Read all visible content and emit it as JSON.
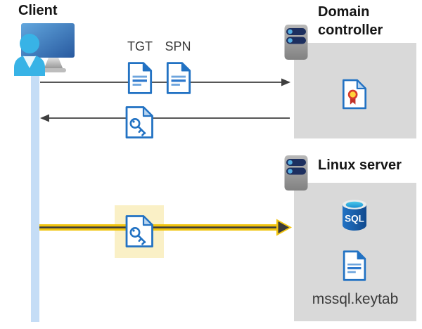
{
  "labels": {
    "client": "Client",
    "domain_controller": "Domain controller",
    "linux_server": "Linux server",
    "tgt": "TGT",
    "spn": "SPN",
    "sql": "SQL",
    "keytab": "mssql.keytab"
  },
  "icons": {
    "client": "user-at-monitor-icon",
    "domain_controller": "server-icon",
    "linux_server": "server-icon",
    "tgt": "document-icon",
    "spn": "document-icon",
    "service_ticket": "key-document-icon",
    "certificate": "certificate-document-icon",
    "sql": "sql-database-icon",
    "keytab_file": "document-icon"
  },
  "flows": [
    {
      "from": "client",
      "to": "domain_controller",
      "items": [
        "TGT",
        "SPN"
      ],
      "style": "thin-gray-arrow"
    },
    {
      "from": "domain_controller",
      "to": "client",
      "items": [
        "key-document"
      ],
      "style": "thin-gray-arrow"
    },
    {
      "from": "client",
      "to": "linux_server",
      "items": [
        "key-document"
      ],
      "style": "thick-yellow-arrow",
      "highlighted": true
    }
  ],
  "colors": {
    "doc_blue": "#2272c3",
    "doc_line_light": "#6ea5dd",
    "doc_line_dark": "#2e79cd",
    "fold_light": "#b9d5f0",
    "panel_gray": "#d9d9d9",
    "lifeline_blue": "#c5ddf6",
    "arrow_gray": "#3f3f3f",
    "accent_yellow": "#f1c40f",
    "highlight_yellow": "#faf0c6",
    "person_cyan": "#38b3e6",
    "monitor_blue_light": "#62a7de",
    "monitor_blue_dark": "#28599f",
    "server_slot_navy": "#1d2f5f",
    "server_dot_cyan": "#55aee2",
    "sql_body_blue": "#155fad",
    "sql_top_cyan": "#2ab6dd",
    "cert_red": "#d8392c",
    "cert_yellow": "#ffd43a"
  }
}
